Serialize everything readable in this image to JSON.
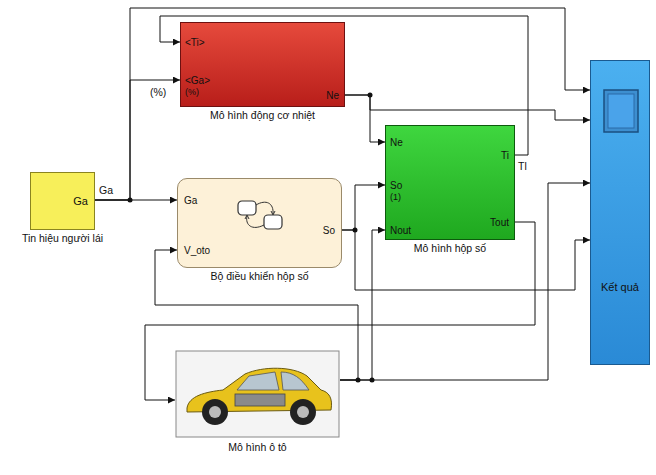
{
  "diagram": {
    "nodes": [
      {
        "text": [
          "Ga",
          "Tin hiệu người lái"
        ]
      },
      {
        "text": [
          "<Ti>",
          "<Ga>",
          "(%)",
          "Ne",
          "Mô hình động cơ nhiệt"
        ]
      },
      {
        "text": [
          "Ga",
          "V_oto",
          "So",
          "Bộ điều khiển hộp số"
        ]
      },
      {
        "text": [
          "Ne",
          "So",
          "(1)",
          "Nout",
          "Ti",
          "Tout",
          "Mô hình hộp số"
        ]
      },
      {
        "text": [
          "Mô hình ô tô"
        ]
      },
      {
        "text": [
          "Kết quả"
        ]
      }
    ],
    "edges": [
      {
        "from": 0,
        "to": 1,
        "arrow": "to"
      },
      {
        "from": 0,
        "to": 2,
        "arrow": "to"
      },
      {
        "from": 0,
        "to": 5,
        "arrow": "to"
      },
      {
        "from": 1,
        "to": 3,
        "arrow": "to"
      },
      {
        "from": 1,
        "to": 5,
        "arrow": "to"
      },
      {
        "from": 2,
        "to": 3,
        "arrow": "to"
      },
      {
        "from": 2,
        "to": 5,
        "arrow": "to"
      },
      {
        "from": 3,
        "to": 1,
        "arrow": "to"
      },
      {
        "from": 3,
        "to": 4,
        "arrow": "to"
      },
      {
        "from": 4,
        "to": 2,
        "arrow": "to"
      },
      {
        "from": 4,
        "to": 3,
        "arrow": "to"
      },
      {
        "from": 4,
        "to": 5,
        "arrow": "to"
      }
    ],
    "labels": [
      "Ga",
      "(%)",
      "Tl"
    ]
  }
}
